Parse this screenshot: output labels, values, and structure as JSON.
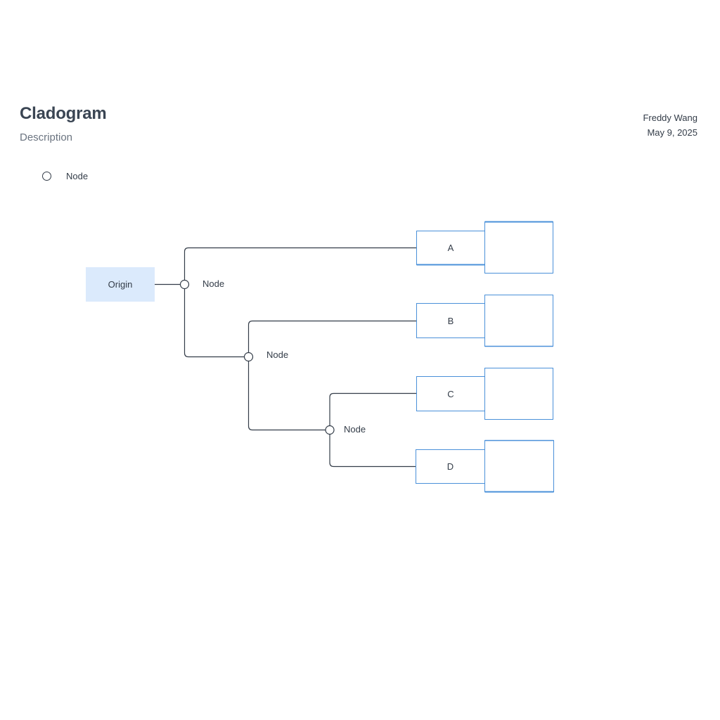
{
  "header": {
    "title": "Cladogram",
    "description": "Description",
    "author": "Freddy Wang",
    "date": "May 9, 2025"
  },
  "legend": {
    "node_label": "Node"
  },
  "diagram": {
    "origin_label": "Origin",
    "node_labels": [
      "Node",
      "Node",
      "Node"
    ],
    "taxa": [
      "A",
      "B",
      "C",
      "D"
    ],
    "colors": {
      "line": "#333c48",
      "box_border": "#4a90d9",
      "origin_fill": "#dbeafc"
    }
  }
}
